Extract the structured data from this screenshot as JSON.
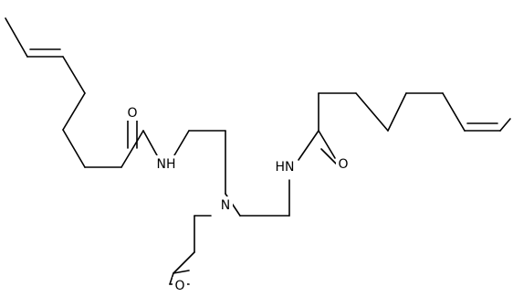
{
  "atoms": {
    "o_left_amide": "O",
    "nh_left": "NH",
    "n_center": "N",
    "nh_right": "HN",
    "o_right_amide": "O",
    "o_epoxide": "O"
  },
  "colors": {
    "bond": "#000000",
    "background": "#ffffff"
  }
}
